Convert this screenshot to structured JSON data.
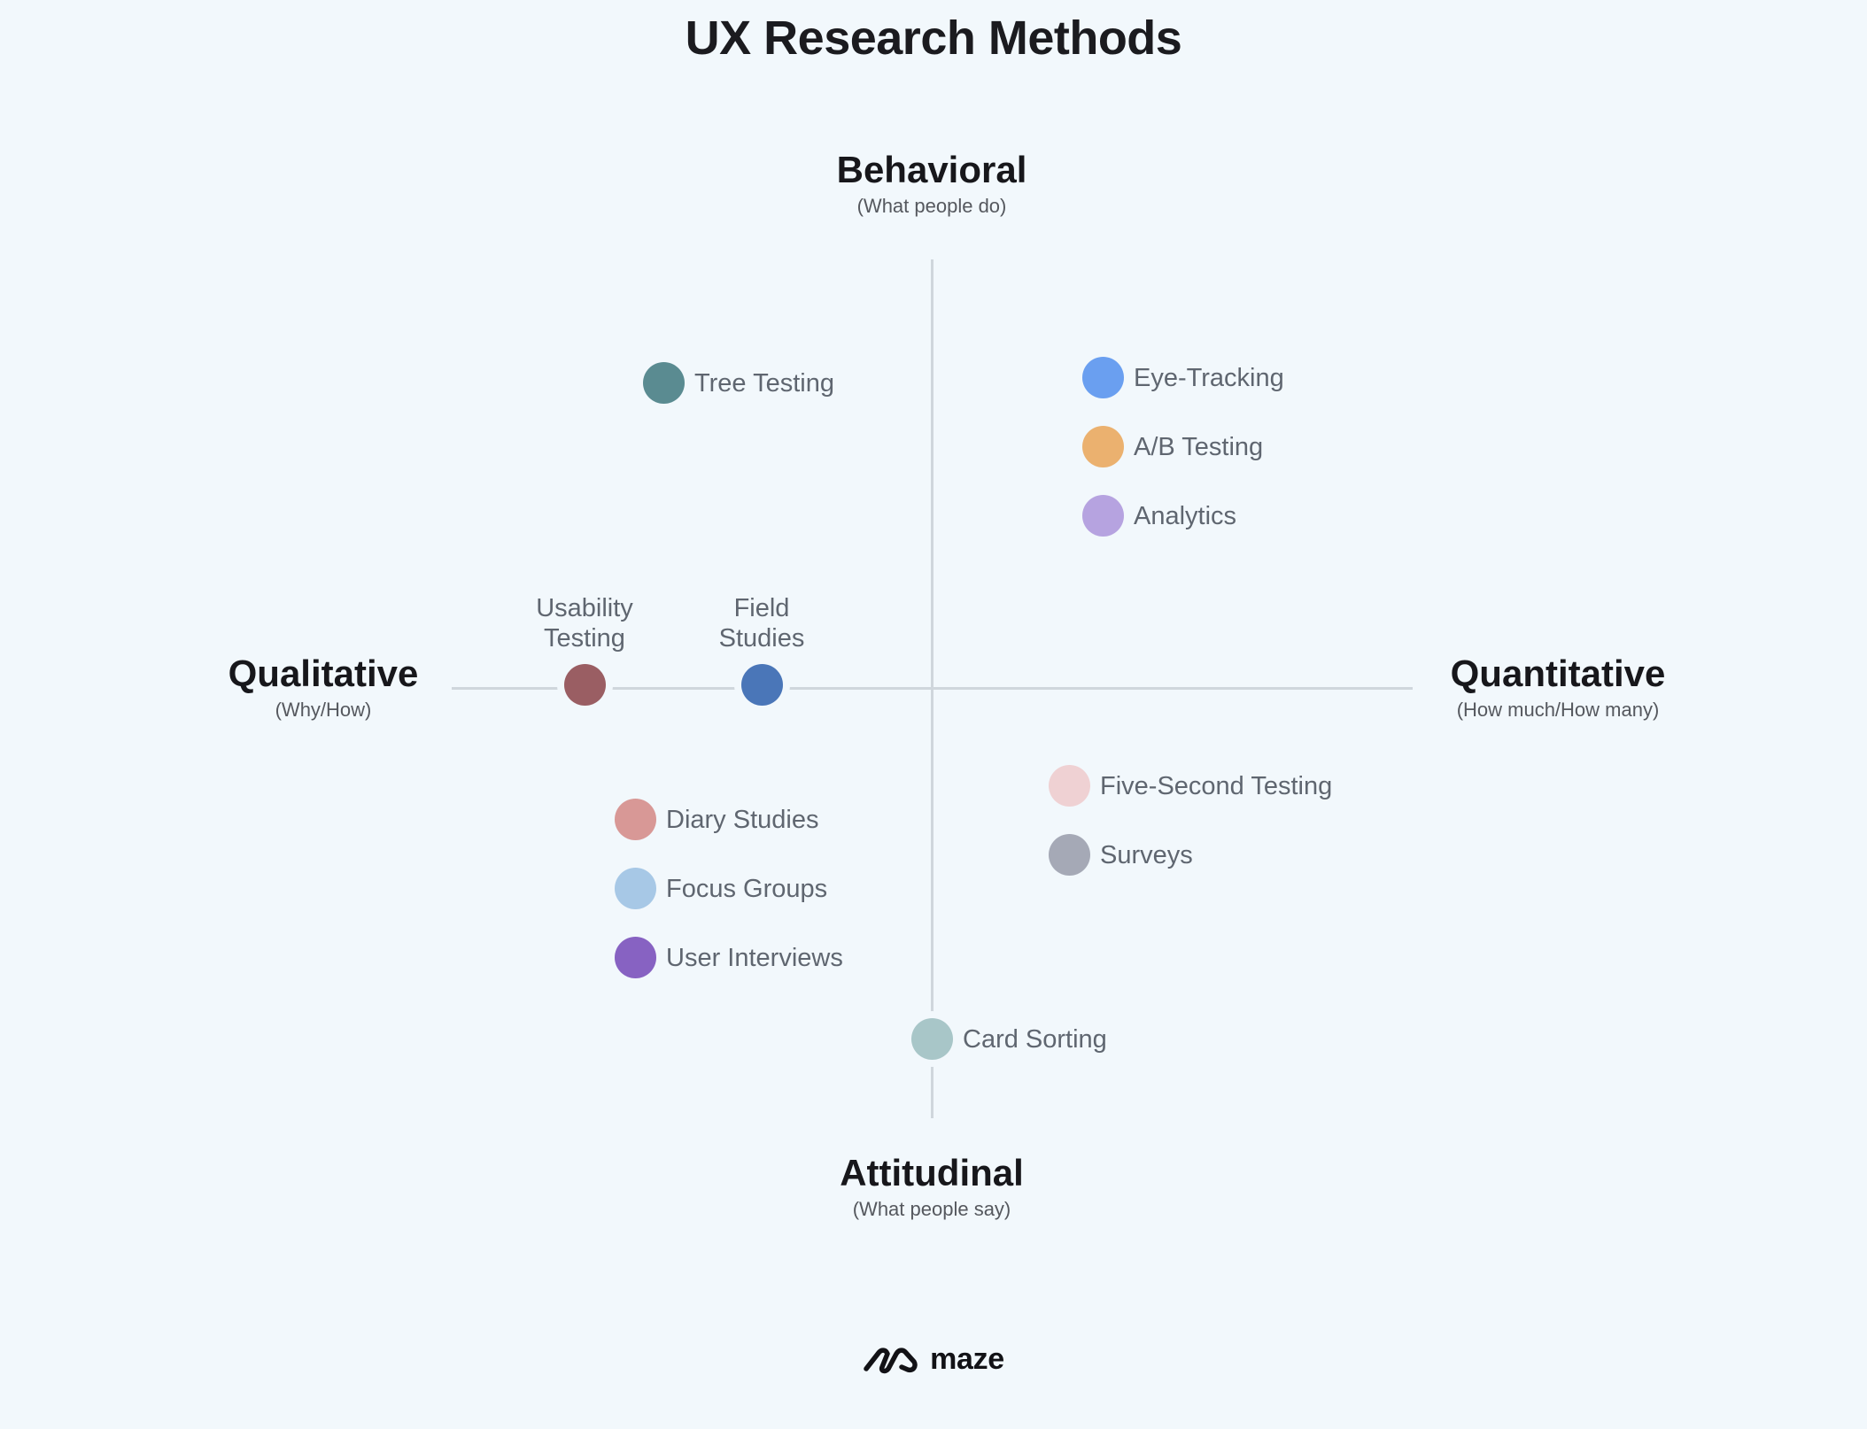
{
  "title": "UX Research Methods",
  "axes": {
    "top": {
      "label": "Behavioral",
      "sub": "(What people do)"
    },
    "bottom": {
      "label": "Attitudinal",
      "sub": "(What people say)"
    },
    "left": {
      "label": "Qualitative",
      "sub": "(Why/How)"
    },
    "right": {
      "label": "Quantitative",
      "sub": "(How much/How many)"
    }
  },
  "methods": {
    "tree_testing": {
      "label": "Tree Testing",
      "color": "#5a8b91"
    },
    "eye_tracking": {
      "label": "Eye-Tracking",
      "color": "#6a9ff0"
    },
    "ab_testing": {
      "label": "A/B Testing",
      "color": "#ebb16f"
    },
    "analytics": {
      "label": "Analytics",
      "color": "#b6a3e0"
    },
    "usability_testing": {
      "label": "Usability\nTesting",
      "color": "#9a5e63"
    },
    "field_studies": {
      "label": "Field\nStudies",
      "color": "#4a76b8"
    },
    "diary_studies": {
      "label": "Diary Studies",
      "color": "#d89896"
    },
    "focus_groups": {
      "label": "Focus Groups",
      "color": "#a7c8e6"
    },
    "user_interviews": {
      "label": "User Interviews",
      "color": "#8762c2"
    },
    "five_second_testing": {
      "label": "Five-Second Testing",
      "color": "#efd1d3"
    },
    "surveys": {
      "label": "Surveys",
      "color": "#a5a9b6"
    },
    "card_sorting": {
      "label": "Card Sorting",
      "color": "#a8c6c8"
    }
  },
  "brand": {
    "name": "maze"
  }
}
